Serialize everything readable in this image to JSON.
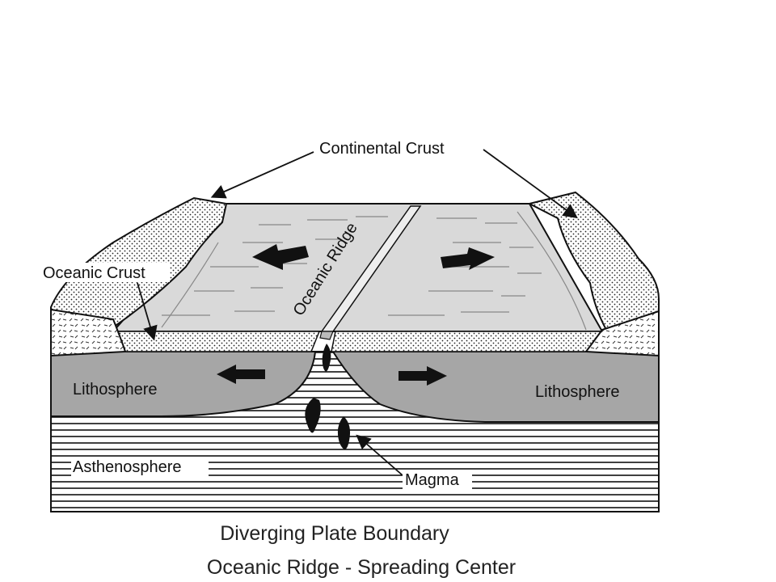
{
  "diagram": {
    "labels": {
      "continental_crust": "Continental Crust",
      "oceanic_ridge": "Oceanic Ridge",
      "oceanic_crust": "Oceanic Crust",
      "lithosphere_left": "Lithosphere",
      "lithosphere_right": "Lithosphere",
      "asthenosphere": "Asthenosphere",
      "magma": "Magma"
    },
    "caption": {
      "line1": "Diverging Plate Boundary",
      "line2": "Oceanic Ridge - Spreading Center"
    },
    "colors": {
      "ocean_floor": "#d9d9d9",
      "lithosphere": "#a6a6a6",
      "crust_stipple": "#ffffff",
      "outline": "#111111"
    }
  }
}
